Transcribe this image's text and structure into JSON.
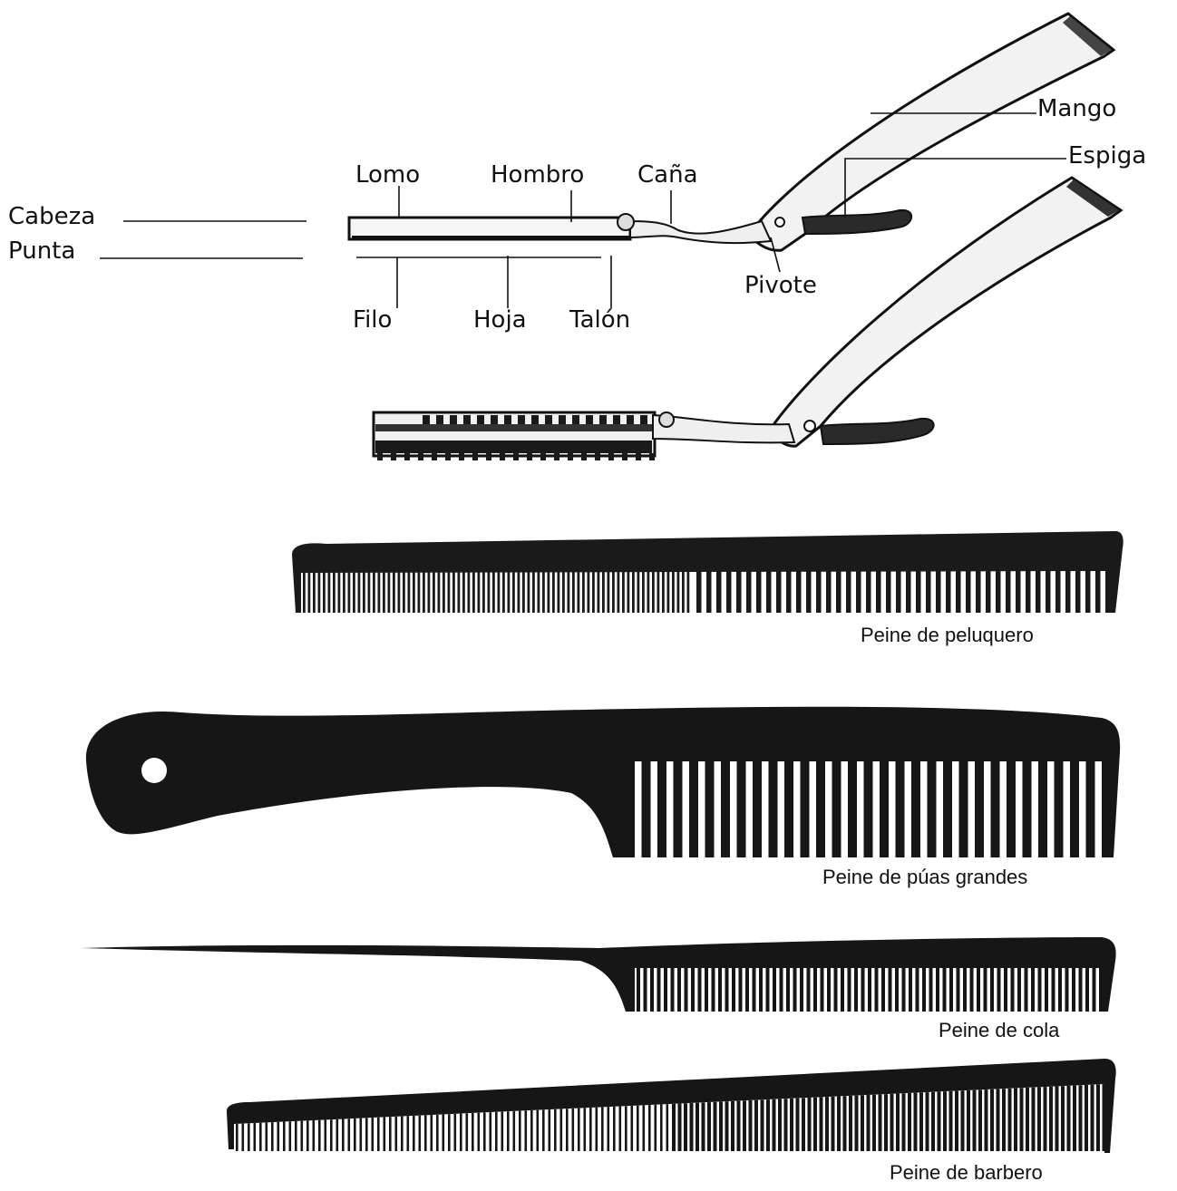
{
  "razor_labels": {
    "mango": "Mango",
    "espiga": "Espiga",
    "lomo": "Lomo",
    "hombro": "Hombro",
    "cana": "Caña",
    "cabeza": "Cabeza",
    "punta": "Punta",
    "pivote": "Pivote",
    "filo": "Filo",
    "hoja": "Hoja",
    "talon": "Talón"
  },
  "combs": {
    "peluquero": "Peine de peluquero",
    "puas_grandes": "Peine de púas grandes",
    "cola": "Peine de cola",
    "barbero": "Peine de barbero"
  },
  "colors": {
    "ink": "#111111",
    "comb": "#1a1a1a",
    "paper": "#ffffff"
  }
}
